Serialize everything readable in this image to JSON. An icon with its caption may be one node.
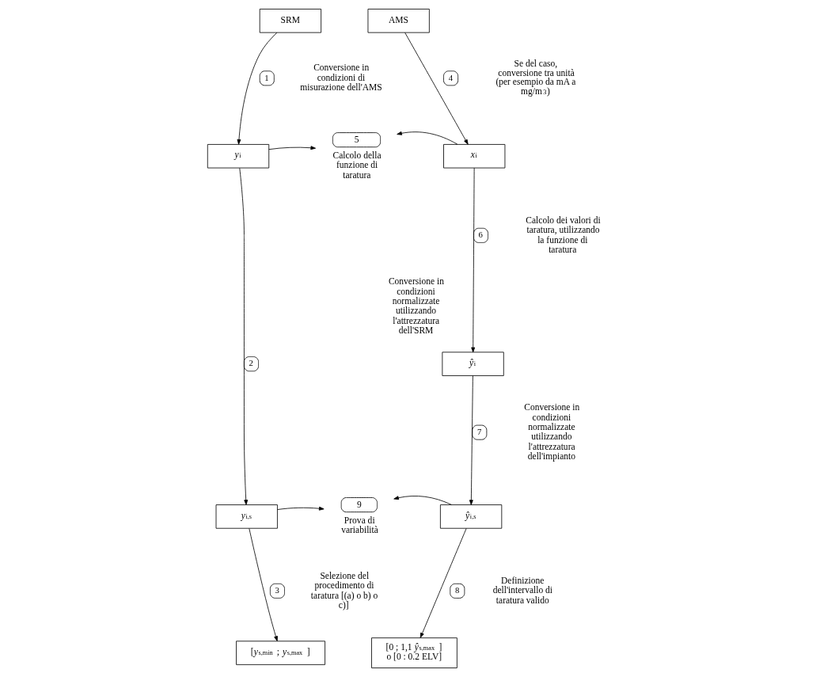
{
  "diagram": {
    "nodes": [
      {
        "text": [
          "SRM"
        ]
      },
      {
        "text": [
          "*y*$_{i}$"
        ]
      },
      {
        "text": [
          "*y*$_{i,s}$"
        ]
      },
      {
        "text": [
          "[*y*$_{s,min}$ ; *y*$_{s,max}$ ]"
        ]
      },
      {
        "text": [
          "AMS"
        ]
      },
      {
        "text": [
          "*x*$_{i}$"
        ]
      },
      {
        "text": [
          "*ŷ*$_{i}$"
        ]
      },
      {
        "text": [
          "*ŷ*$_{i,s}$"
        ]
      },
      {
        "text": [
          "[0 ; 1,1 *ŷ*$_{s,max}$ ]",
          "o [0 : 0.2 ELV]"
        ]
      },
      {
        "text": [
          "5",
          "Calcolo della funzione di taratura"
        ]
      },
      {
        "text": [
          "9",
          "Prova di variabilità"
        ]
      }
    ],
    "edges": [
      {
        "from": 0,
        "to": 1,
        "arrow": "to",
        "label": "1"
      },
      {
        "from": 1,
        "to": 2,
        "arrow": "to",
        "label": "2"
      },
      {
        "from": 2,
        "to": 3,
        "arrow": "to",
        "label": "3"
      },
      {
        "from": 4,
        "to": 5,
        "arrow": "to",
        "label": "4"
      },
      {
        "from": 1,
        "to": 9,
        "arrow": "to"
      },
      {
        "from": 5,
        "to": 9,
        "arrow": "to"
      },
      {
        "from": 5,
        "to": 6,
        "arrow": "to",
        "label": "6"
      },
      {
        "from": 6,
        "to": 7,
        "arrow": "to",
        "label": "7"
      },
      {
        "from": 2,
        "to": 10,
        "arrow": "to"
      },
      {
        "from": 7,
        "to": 10,
        "arrow": "to"
      },
      {
        "from": 7,
        "to": 8,
        "arrow": "to",
        "label": "8"
      }
    ],
    "labels": [
      "Conversione in condizioni di misurazione dell'AMS",
      "Se del caso, conversione tra unità (per esempio da mA a mg/m$^{3}$)",
      "Calcolo dei valori di taratura, utilizzando la funzione di taratura",
      "Conversione in condizioni normalizzate utilizzando l'attrezzatura dell'SRM",
      "Conversione in condizioni normalizzate utilizzando l'attrezzatura dell'impianto",
      "Selezione del procedimento di taratura [(a) o b) o c)]",
      "Definizione dell'intervallo di taratura valido"
    ]
  }
}
